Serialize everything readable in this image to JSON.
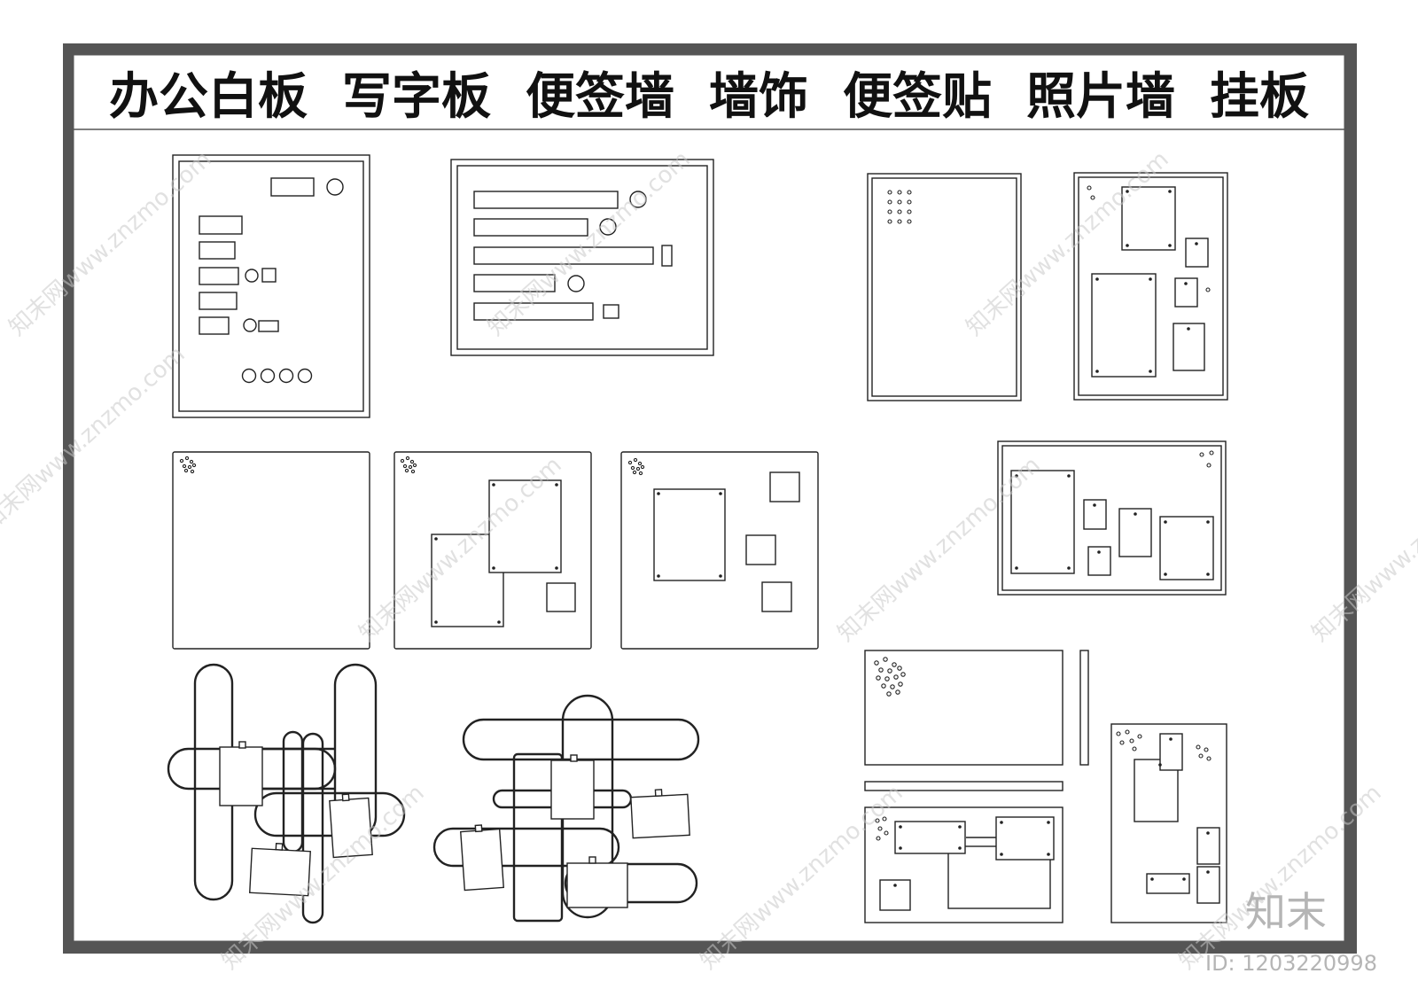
{
  "title": "办公白板  写字板  便签墙  墙饰  便签贴  照片墙  挂板",
  "watermark": {
    "text": "知末网www.znzmo.com",
    "brand": "知末",
    "id_label": "ID: 1203220998"
  },
  "colors": {
    "frame": "#555555",
    "line": "#222222",
    "watermark": "#c9c9c9"
  }
}
